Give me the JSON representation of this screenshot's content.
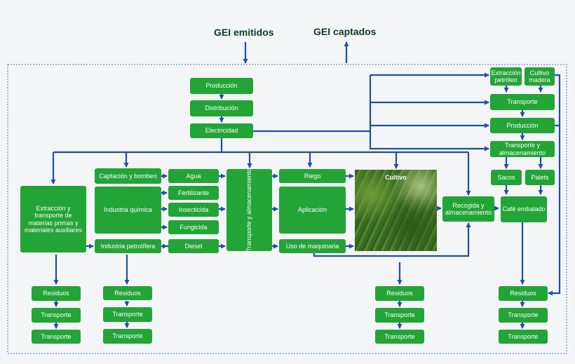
{
  "header": {
    "emitted": "GEI emitidos",
    "captured": "GEI captados"
  },
  "colors": {
    "box": "#23a437",
    "arrow": "#1f4fa3",
    "frame": "#4a73b0",
    "background": "#f4f5f7"
  },
  "boxes": {
    "produccion_top": "Producción",
    "distribucion": "Distribución",
    "electricidad": "Electricidad",
    "extraccion_materias": "Extracción y transporte de materias primas y materiales auxiliares",
    "captacion_bombeo": "Captación y bombeo",
    "industria_quimica": "Industria química",
    "industria_petrolifera": "Industria petrolífera",
    "agua": "Agua",
    "fertilizante": "Fertilizante",
    "insecticida": "Insecticida",
    "fungicida": "Fungicida",
    "diesel": "Diesel",
    "transporte_almacenamiento_vertical": "Transporte y almacenamiento",
    "riego": "Riego",
    "aplicacion": "Aplicación",
    "uso_maquinaria": "Uso de maquinaria",
    "cultivo": "Cultivo",
    "recogida_almacenamiento": "Recogida y almacenamiento",
    "extraccion_petroleo": "Extracción petróleo",
    "cultivo_madera": "Cultivo madera",
    "transporte_right": "Transporte",
    "produccion_right": "Producción",
    "transporte_almac_right": "Transporte y almacenamiento",
    "sacos": "Sacos",
    "palets": "Palets",
    "cafe_embalado": "Café embalado"
  },
  "waste_columns": [
    {
      "residuos": "Residuos",
      "transporte_1": "Transporte",
      "transporte_2": "Transporte"
    },
    {
      "residuos": "Residuos",
      "transporte_1": "Transporte",
      "transporte_2": "Transporte"
    },
    {
      "residuos": "Residuos",
      "transporte_1": "Transporte",
      "transporte_2": "Transporte"
    },
    {
      "residuos": "Residuos",
      "transporte_1": "Transporte",
      "transporte_2": "Transporte"
    }
  ]
}
